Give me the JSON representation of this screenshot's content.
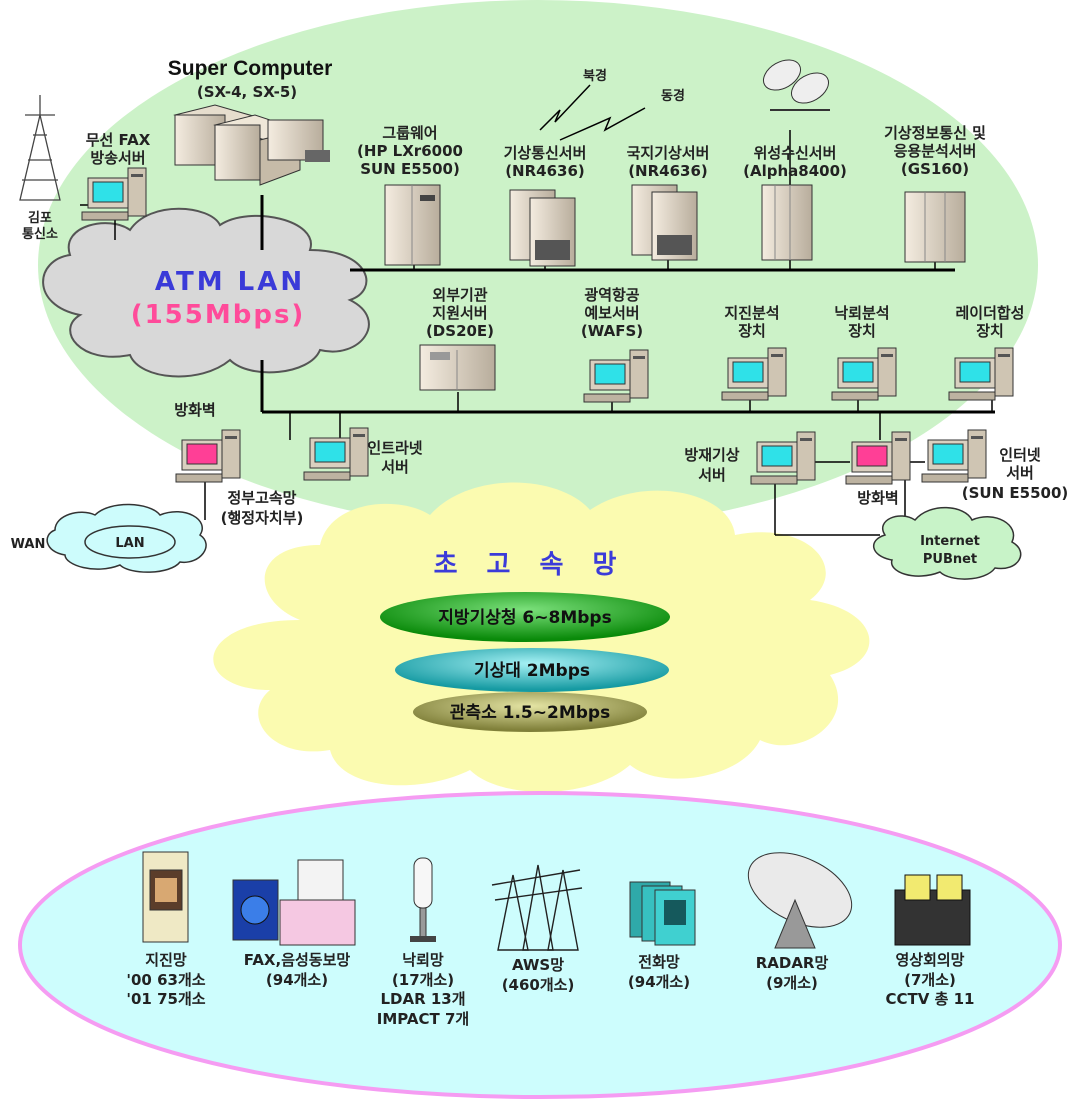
{
  "top": {
    "super_computer": "Super Computer",
    "super_computer_models": "(SX-4, SX-5)",
    "groupware": [
      "그룹웨어",
      "(HP LXr6000",
      "SUN E5500)"
    ],
    "comm_server": [
      "기상통신서버",
      "(NR4636)"
    ],
    "local_server": [
      "국지기상서버",
      "(NR4636)"
    ],
    "satellite_server": [
      "위성수신서버",
      "(Alpha8400)"
    ],
    "info_server": [
      "기상정보통신 및",
      "응용분석서버",
      "(GS160)"
    ],
    "north_dir": "북경",
    "east_dir": "동경",
    "radio_fax": [
      "무선 FAX",
      "방송서버"
    ],
    "gimpo": [
      "김포",
      "통신소"
    ],
    "atm_line1": "ATM LAN",
    "atm_line2": "(155Mbps)",
    "external_server": [
      "외부기관",
      "지원서버",
      "(DS20E)"
    ],
    "wafs_server": [
      "광역항공",
      "예보서버",
      "(WAFS)"
    ],
    "quake_device": [
      "지진분석",
      "장치"
    ],
    "lightning_device": [
      "낙뢰분석",
      "장치"
    ],
    "radar_device": [
      "레이더합성",
      "장치"
    ],
    "firewall_left": "방화벽",
    "intranet_server": [
      "인트라넷",
      "서버"
    ],
    "gov_network": [
      "정부고속망",
      "(행정자치부)"
    ],
    "wan": "WAN",
    "lan": "LAN",
    "disaster_server": [
      "방재기상",
      "서버"
    ],
    "firewall_right": "방화벽",
    "internet_server": [
      "인터넷",
      "서버",
      "(SUN E5500)"
    ],
    "internet_cloud": [
      "Internet",
      "PUBnet"
    ]
  },
  "middle": {
    "title": "초 고 속 망",
    "band1": "지방기상청 6~8Mbps",
    "band2": "기상대 2Mbps",
    "band3": "관측소 1.5~2Mbps"
  },
  "bottom": {
    "items": [
      {
        "lines": [
          "지진망",
          "'00 63개소",
          "'01 75개소"
        ]
      },
      {
        "lines": [
          "FAX,음성동보망",
          "(94개소)"
        ]
      },
      {
        "lines": [
          "낙뢰망",
          "(17개소)",
          "LDAR 13개",
          "IMPACT 7개"
        ]
      },
      {
        "lines": [
          "AWS망",
          "(460개소)"
        ]
      },
      {
        "lines": [
          "전화망",
          "(94개소)"
        ]
      },
      {
        "lines": [
          "RADAR망",
          "(9개소)"
        ]
      },
      {
        "lines": [
          "영상회의망",
          "(7개소)",
          "CCTV 총 11"
        ]
      }
    ]
  },
  "colors": {
    "lan_area": "#ccf2c8",
    "highspeed_cloud": "#fbfbb0",
    "bottom_area": "#cdfdfd",
    "bottom_border": "#f59cf2",
    "band1": "#1fa51f",
    "band2": "#22b2b8",
    "band3": "#9c9c50"
  }
}
